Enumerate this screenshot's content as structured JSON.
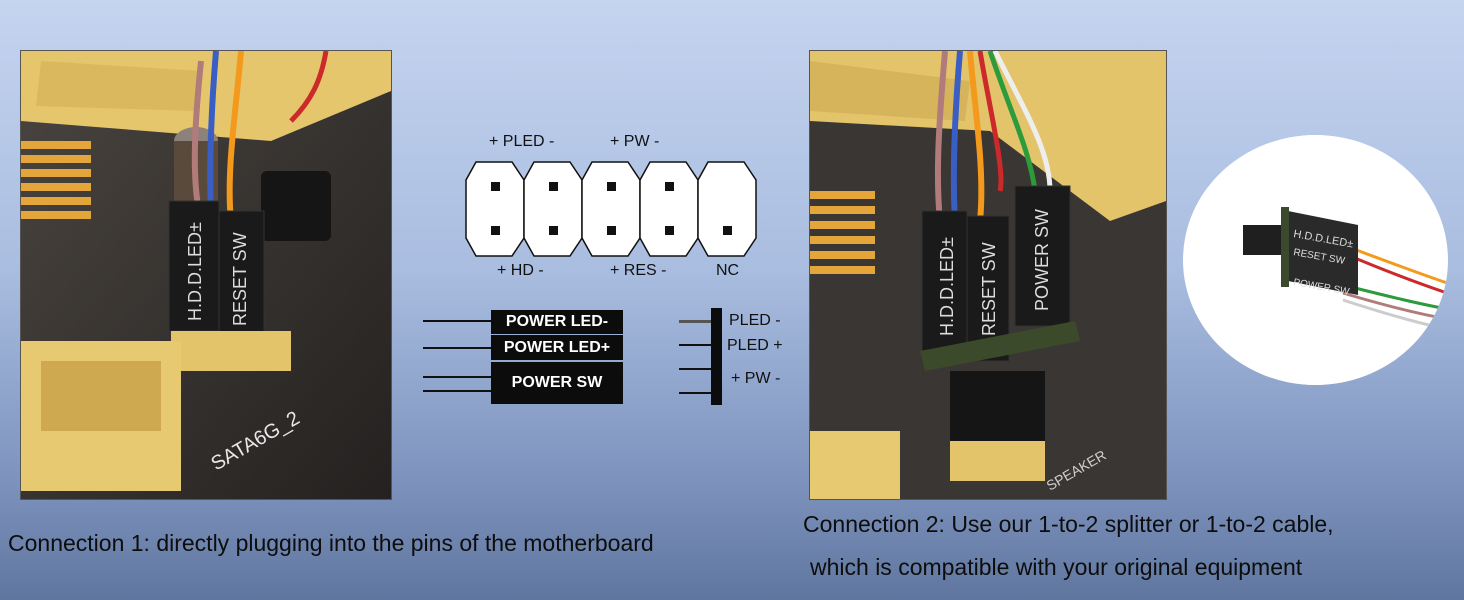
{
  "header_diagram": {
    "top_labels": [
      "+ PLED -",
      "+ PW -"
    ],
    "bottom_labels": [
      "+ HD -",
      "+ RES -",
      "NC"
    ]
  },
  "connector_tags": [
    "POWER LED-",
    "POWER LED+",
    "POWER SW"
  ],
  "pin_labels": [
    "PLED -",
    "PLED +",
    "+ PW -"
  ],
  "photo1": {
    "connector_text_1": "H.D.D.LED±",
    "connector_text_2": "RESET SW",
    "board_text": "SATA6G_2"
  },
  "photo2": {
    "connector_text_1": "H.D.D.LED±",
    "connector_text_2": "RESET SW",
    "connector_text_3": "POWER SW",
    "board_text": "SPEAKER"
  },
  "photo3": {
    "connector_text_1": "H.D.D.LED±",
    "connector_text_2": "RESET SW",
    "connector_text_3": "POWER SW"
  },
  "captions": {
    "connection1": "Connection 1: directly plugging into the pins of the motherboard",
    "connection2_line1": "Connection 2: Use our 1-to-2 splitter or 1-to-2 cable,",
    "connection2_line2": "which is compatible with your original equipment"
  },
  "colors": {
    "connector_yellow": "#e3c46b",
    "connector_black": "#1a1a1a",
    "board": "#2f2c29",
    "heatsink": "#e7a93a"
  }
}
